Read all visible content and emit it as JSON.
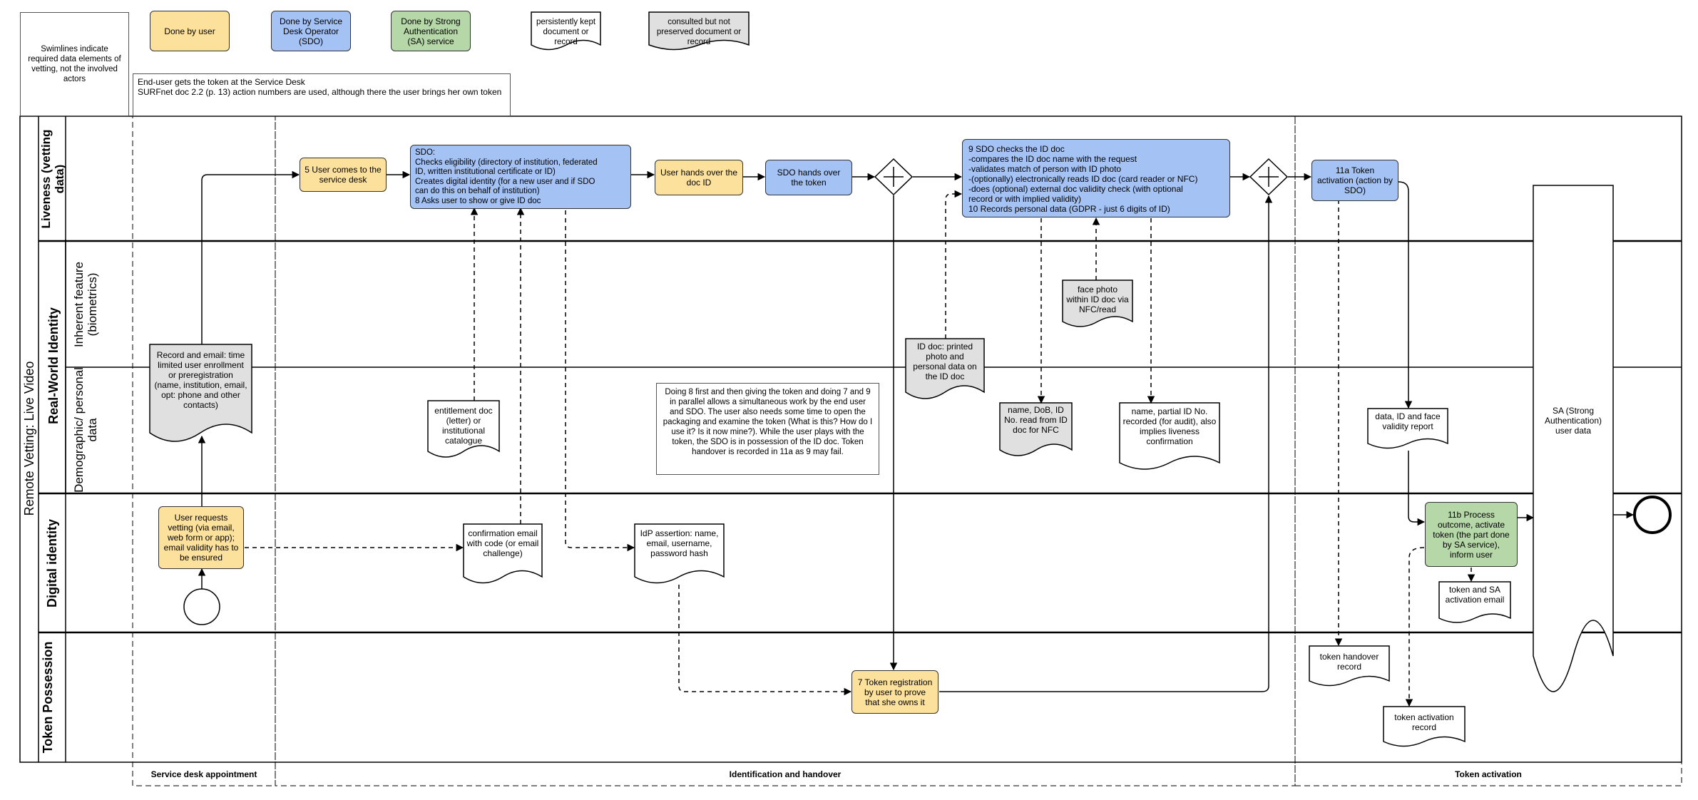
{
  "legend": {
    "note": "Swimlines indicate required data elements of vetting, not the involved actors",
    "user": "Done by user",
    "sdo": "Done by Service Desk Operator (SDO)",
    "sa": "Done by Strong Authentication (SA) service",
    "kept": "persistently kept document or record",
    "consulted": "consulted but not preserved document or record"
  },
  "description": {
    "line1": "End-user gets the token at the Service Desk",
    "line2": "SURFnet doc 2.2 (p. 13) action numbers are used, although there the user brings her own token"
  },
  "pool_label": "Remote Vetting: Live Video",
  "lanes": {
    "liveness": "Liveness (vetting data)",
    "rwi": "Real-World Identity",
    "inherent": "Inherent feature (biometrics)",
    "demographic": "Demographic/ personal data",
    "digital": "Digital identity",
    "token": "Token Possession"
  },
  "phases": {
    "p1": "Service desk appointment",
    "p2": "Identification and handover",
    "p3": "Token activation"
  },
  "tasks": {
    "t5": "5 User comes to the service desk",
    "sdo_checks": [
      "SDO:",
      "Checks eligibility (directory of institution, federated",
      "ID, written institutional certificate or ID)",
      "Creates digital identity (for a new user and if SDO",
      "can do this on behalf of institution)",
      "8 Asks user to show or give ID doc"
    ],
    "handover_doc": "User hands over the doc ID",
    "sdo_token": "SDO hands over the token",
    "t9": [
      "9 SDO checks the ID doc",
      "-compares the ID doc name with the request",
      "-validates match of person with ID photo",
      "-(optionally) electronically reads ID doc (card reader or NFC)",
      "-does (optional) external doc validity check (with optional",
      "record or with implied validity)",
      "10 Records personal data (GDPR - just 6 digits of ID)"
    ],
    "t11a": "11a Token activation (action by SDO)",
    "user_requests": "User requests vetting (via email, web form or app); email validity has to be ensured",
    "t7": "7 Token registration by user to prove that she owns it",
    "t11b": "11b Process outcome, activate token (the part done by SA service), inform user"
  },
  "documents": {
    "record_email": "Record and email: time limited user enrollment or preregistration (name, institution, email, opt: phone and other contacts)",
    "entitlement": "entitlement doc (letter) or institutional catalogue",
    "confirmation": "confirmation email with code (or email challenge)",
    "idp": "IdP assertion: name, email, username, password hash",
    "id_photo": "ID doc: printed photo and personal data on the ID doc",
    "face_photo": "face photo within ID doc via NFC/read",
    "name_dob": "name, DoB, ID No. read from ID doc for NFC",
    "partial_id": "name, partial ID No. recorded (for audit), also implies liveness confirmation",
    "face_validity": "data, ID and face validity report",
    "token_sa_email": "token and SA activation email",
    "handover_record": "token handover record",
    "activation_record": "token activation record"
  },
  "sa_store": "SA (Strong Authentication) user data",
  "annotation": "Doing 8 first and then giving the token and doing 7 and 9 in parallel allows a simultaneous work by the end user and SDO. The user also needs some time to open the packaging and examine the token (What is this? How do I use it? Is it now mine?). While the user plays with the token, the SDO is in possession of the ID doc. Token handover is recorded in 11a as 9 may fail.",
  "colors": {
    "user": "#fce19c",
    "sdo": "#a4c2f4",
    "sa": "#b6d7a8",
    "consulted": "#e0e0e0"
  }
}
